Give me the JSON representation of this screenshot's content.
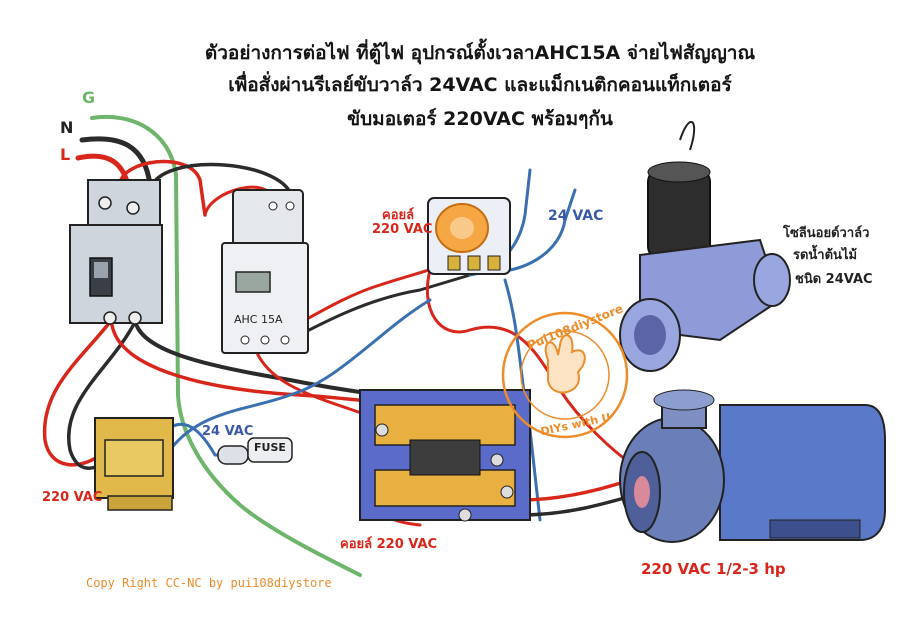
{
  "title": {
    "line1": "ตัวอย่างการต่อไฟ ที่ตู้ไฟ อุปกรณ์ตั้งเวลาAHC15A จ่ายไฟสัญญาณ",
    "line2": "เพื่อสั่งผ่านรีเลย์ขับวาล์ว 24VAC และแม็กเนติกคอนแท็กเตอร์",
    "line3": "ขับมอเตอร์ 220VAC พร้อมๆกัน"
  },
  "wires": {
    "g": "G",
    "n": "N",
    "l": "L"
  },
  "labels": {
    "relay_coil_1": "คอยล์",
    "relay_coil_2": "220 VAC",
    "vac24_top": "24 VAC",
    "valve_1": "โซลีนอยด์วาล์ว",
    "valve_2": "รดน้ำต้นไม้",
    "valve_3": "ชนิด 24VAC",
    "timer_model": "AHC 15A",
    "transformer_in": "220 VAC",
    "vac24_mid": "24 VAC",
    "fuse": "FUSE",
    "contactor_coil": "คอยล์ 220 VAC",
    "motor": "220 VAC  1/2-3 hp",
    "copyright": "Copy Right CC-NC by pui108diystore",
    "stamp_top": "Pui108diystore",
    "stamp_bottom": "DIYs with U"
  },
  "colors": {
    "red_wire": "#d8261b",
    "black_wire": "#2b2b2b",
    "green_wire": "#6db56a",
    "blue_wire": "#3a6fb0",
    "breaker": "#cfd5dd",
    "motor_blue": "#5a79c8",
    "valve_blue": "#8f9bd8",
    "stamp_orange": "#ee8c2a"
  }
}
